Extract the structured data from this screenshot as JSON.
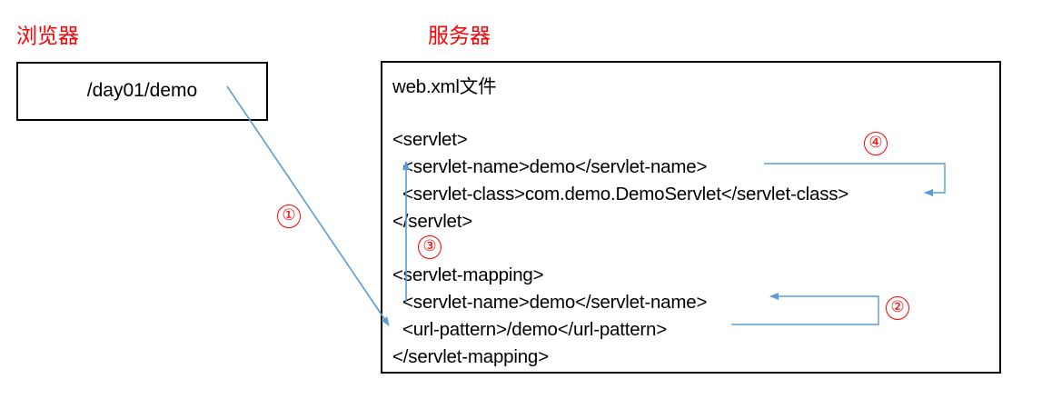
{
  "diagram": {
    "title_browser": "浏览器",
    "title_server": "服务器",
    "browser": {
      "url": "/day01/demo"
    },
    "server": {
      "file_label": "web.xml文件",
      "code_lines": [
        "<servlet>",
        "  <servlet-name>demo</servlet-name>",
        "  <servlet-class>com.demo.DemoServlet</servlet-class>",
        "</servlet>",
        "<servlet-mapping>",
        "  <servlet-name>demo</servlet-name>",
        "  <url-pattern>/demo</url-pattern>",
        "</servlet-mapping>"
      ]
    },
    "markers": [
      {
        "id": "marker-1",
        "label": "①"
      },
      {
        "id": "marker-2",
        "label": "②"
      },
      {
        "id": "marker-3",
        "label": "③"
      },
      {
        "id": "marker-4",
        "label": "④"
      }
    ],
    "colors": {
      "heading": "#ff0000",
      "marker": "#ff0000",
      "arrow": "#5b9bd5",
      "box_border": "#000000",
      "text": "#000000",
      "background": "#ffffff"
    }
  }
}
